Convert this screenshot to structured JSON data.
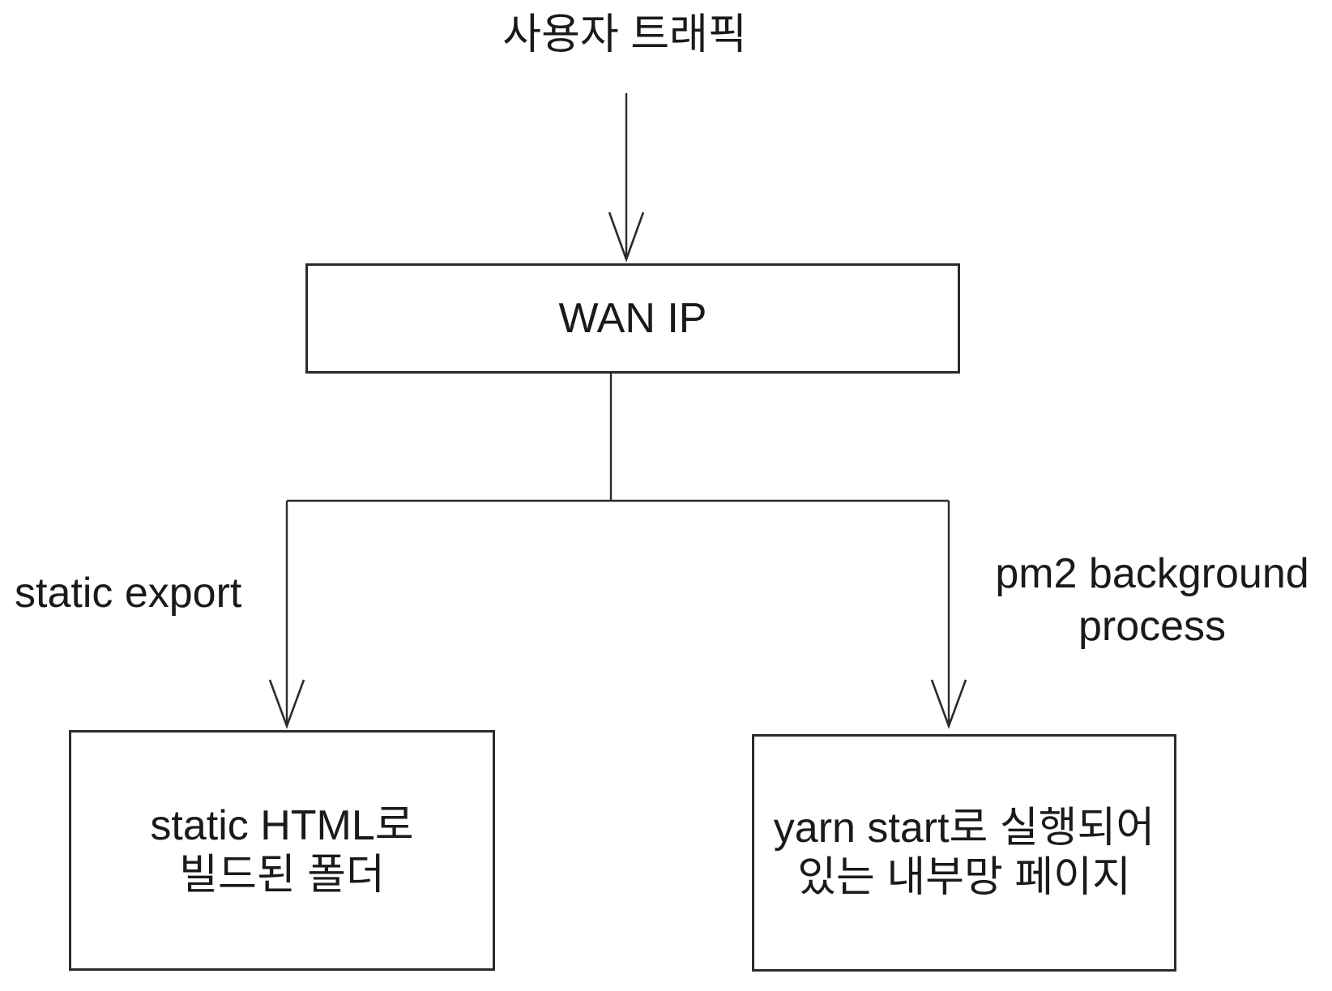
{
  "diagram": {
    "title": "사용자 트래픽",
    "nodes": {
      "wan_ip": {
        "label": "WAN IP"
      },
      "static_html_folder": {
        "line1": "static HTML로",
        "line2": "빌드된 폴더"
      },
      "yarn_internal_page": {
        "line1": "yarn start로 실행되어",
        "line2": "있는 내부망 페이지"
      }
    },
    "edge_labels": {
      "static_export": "static export",
      "pm2_line1": "pm2 background",
      "pm2_line2": "process"
    },
    "colors": {
      "text": "#1a1a1a",
      "line": "#2b2b2b",
      "background": "#ffffff"
    }
  }
}
